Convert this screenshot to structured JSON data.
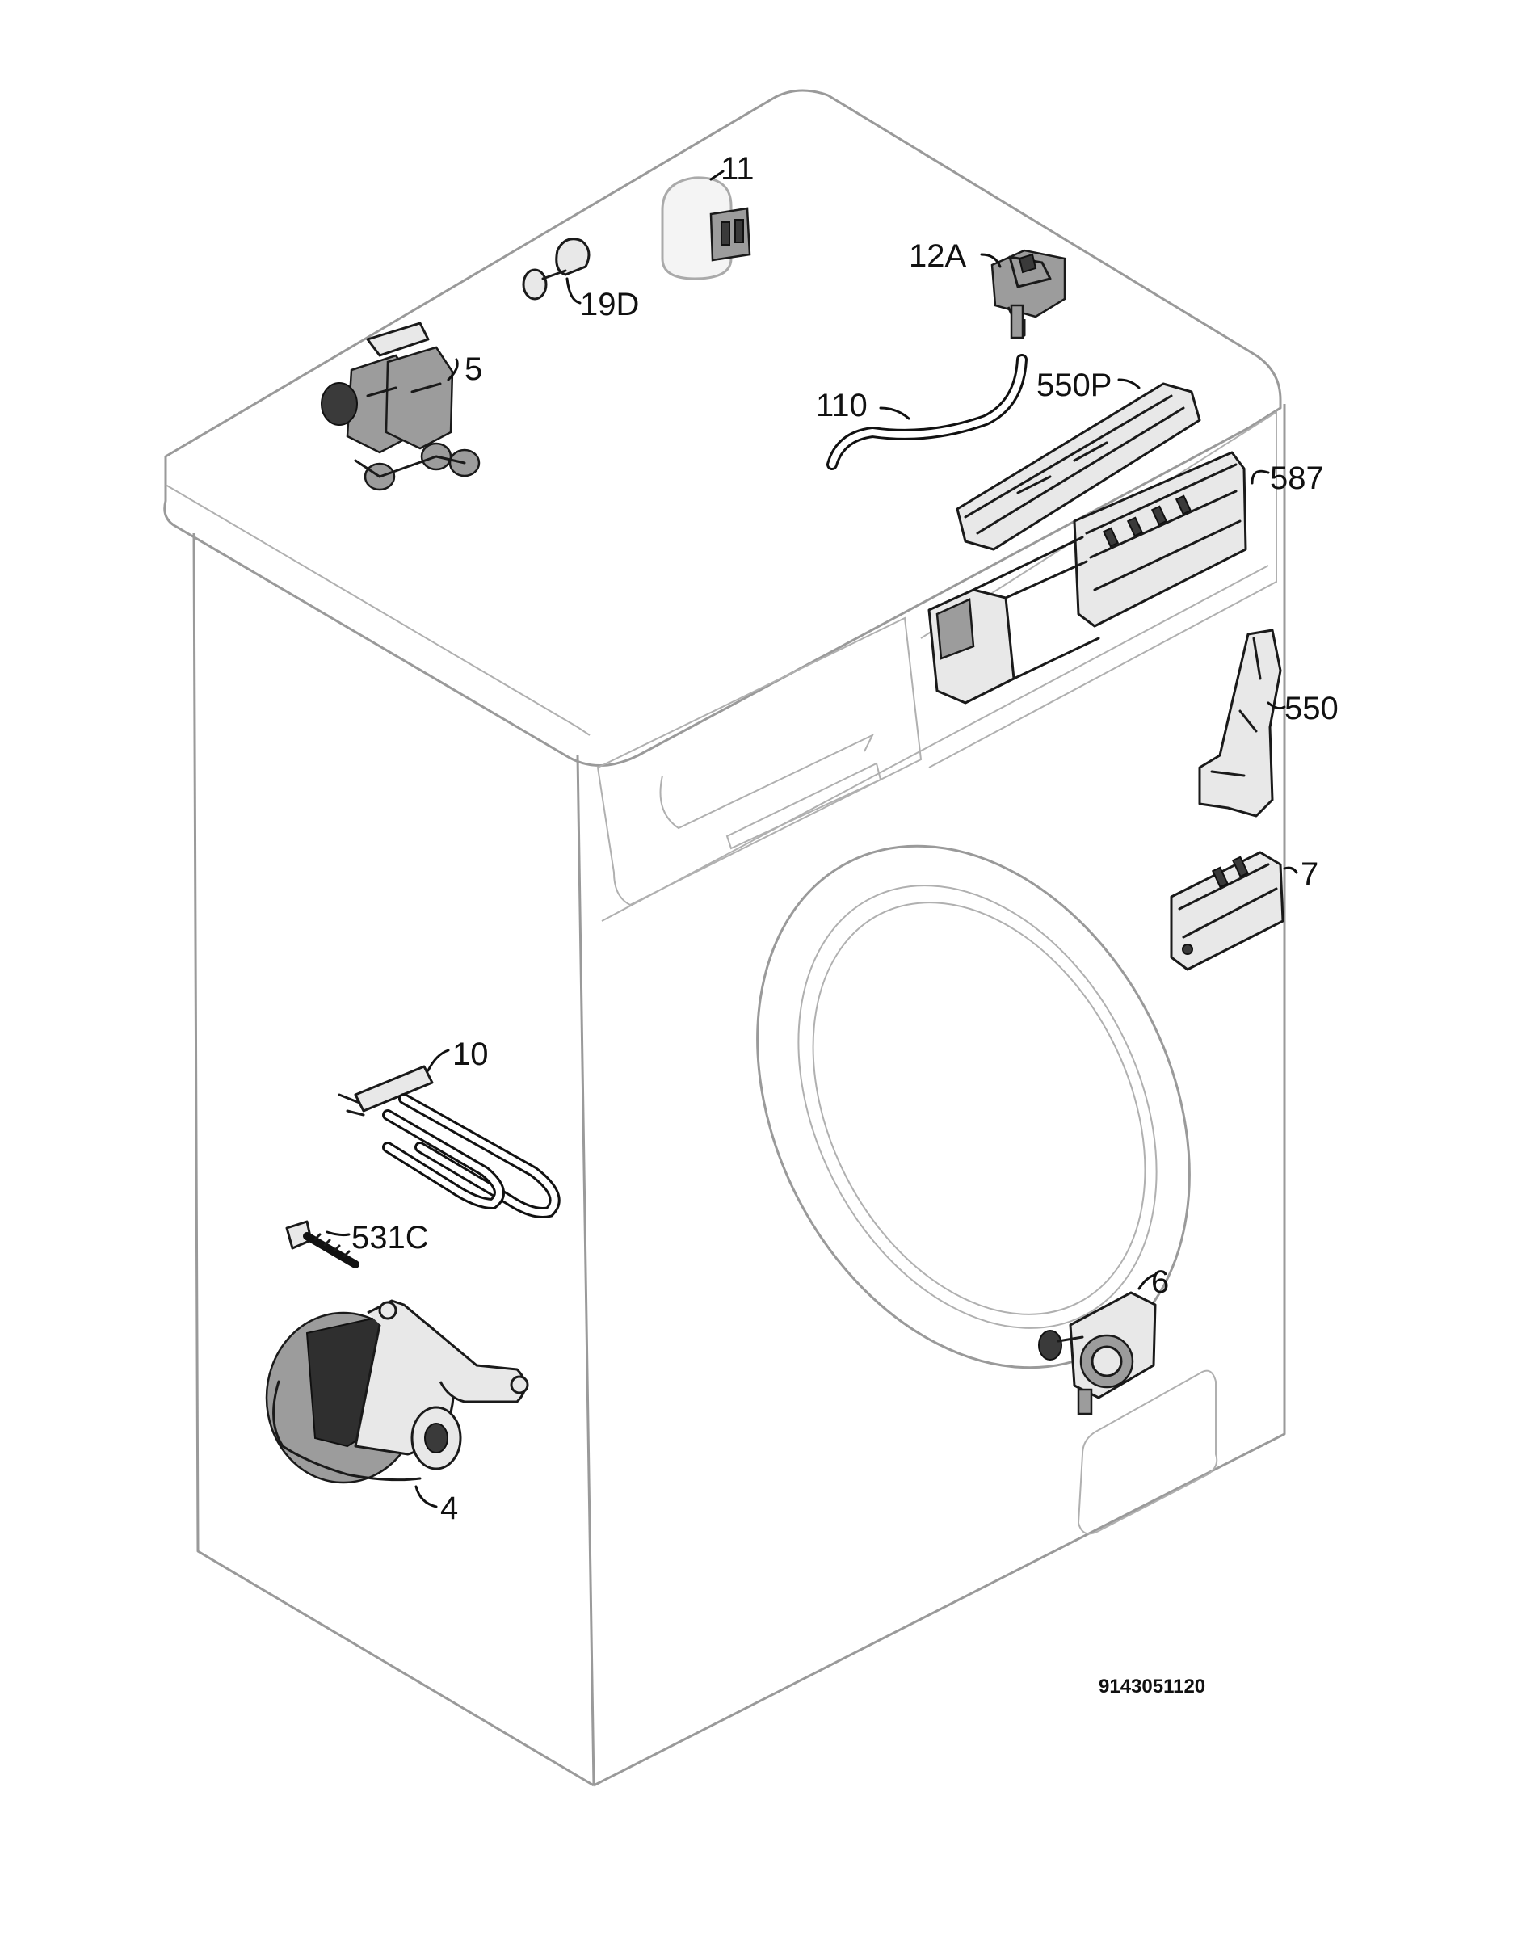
{
  "diagram": {
    "id_label": "9143051120",
    "callouts": {
      "p11": "11",
      "p12a": "12A",
      "p19d": "19D",
      "p5": "5",
      "p110": "110",
      "p550p": "550P",
      "p587": "587",
      "p550": "550",
      "p7": "7",
      "p10": "10",
      "p531c": "531C",
      "p6": "6",
      "p4": "4"
    }
  }
}
